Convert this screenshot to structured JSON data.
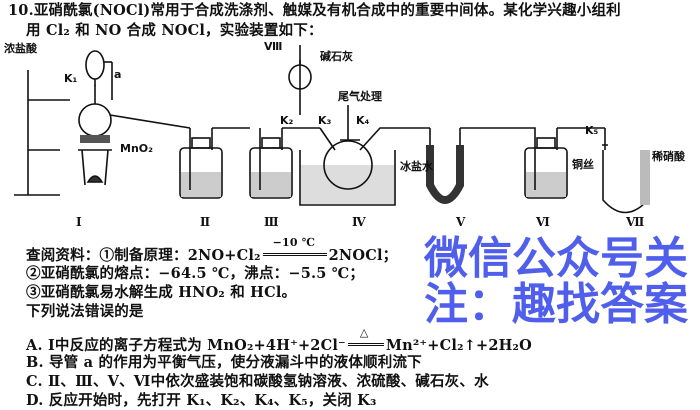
{
  "question": {
    "number": "10.",
    "stem_line1": "亚硝酰氯(NOCl)常用于合成洗涤剂、触媒及有机合成中的重要中间体。某化学兴趣小组利",
    "stem_line2": "用 Cl₂ 和 NO 合成 NOCl，实验装置如下："
  },
  "watermark": "微信公众号关注：趣找答案",
  "diagram": {
    "labels": {
      "conc_hcl": "浓盐酸",
      "a": "a",
      "k1": "K₁",
      "mno2": "MnO₂",
      "viii": "Ⅷ",
      "soda_lime": "碱石灰",
      "tail_gas": "尾气处理",
      "k2": "K₂",
      "k3": "K₃",
      "k4": "K₄",
      "ice_salt_water": "冰盐水",
      "k5": "K₅",
      "copper_wire": "铜丝",
      "dilute_nitric": "稀硝酸"
    },
    "apparatus_numerals": [
      "Ⅰ",
      "Ⅱ",
      "Ⅲ",
      "Ⅳ",
      "Ⅴ",
      "Ⅵ",
      "Ⅶ"
    ]
  },
  "reference": {
    "line1_prefix": "查阅资料：①制备原理：2NO+Cl₂",
    "line1_condition": "−10 ℃",
    "line1_suffix": "2NOCl；",
    "line2": "②亚硝酰氯的熔点：−64.5 ℃，沸点：−5.5 ℃；",
    "line3": "③亚硝酰氯易水解生成 HNO₂ 和 HCl。",
    "prompt": "下列说法错误的是"
  },
  "options": {
    "A_prefix": "A. Ⅰ中反应的离子方程式为 MnO₂+4H⁺+2Cl⁻",
    "A_condition": "△",
    "A_suffix": "Mn²⁺+Cl₂↑+2H₂O",
    "B": "B. 导管 a 的作用为平衡气压，使分液漏斗中的液体顺利流下",
    "C": "C. Ⅱ、Ⅲ、Ⅴ、Ⅵ中依次盛装饱和碳酸氢钠溶液、浓硫酸、碱石灰、水",
    "D": "D. 反应开始时，先打开 K₁、K₂、K₄、K₅，关闭 K₃"
  }
}
